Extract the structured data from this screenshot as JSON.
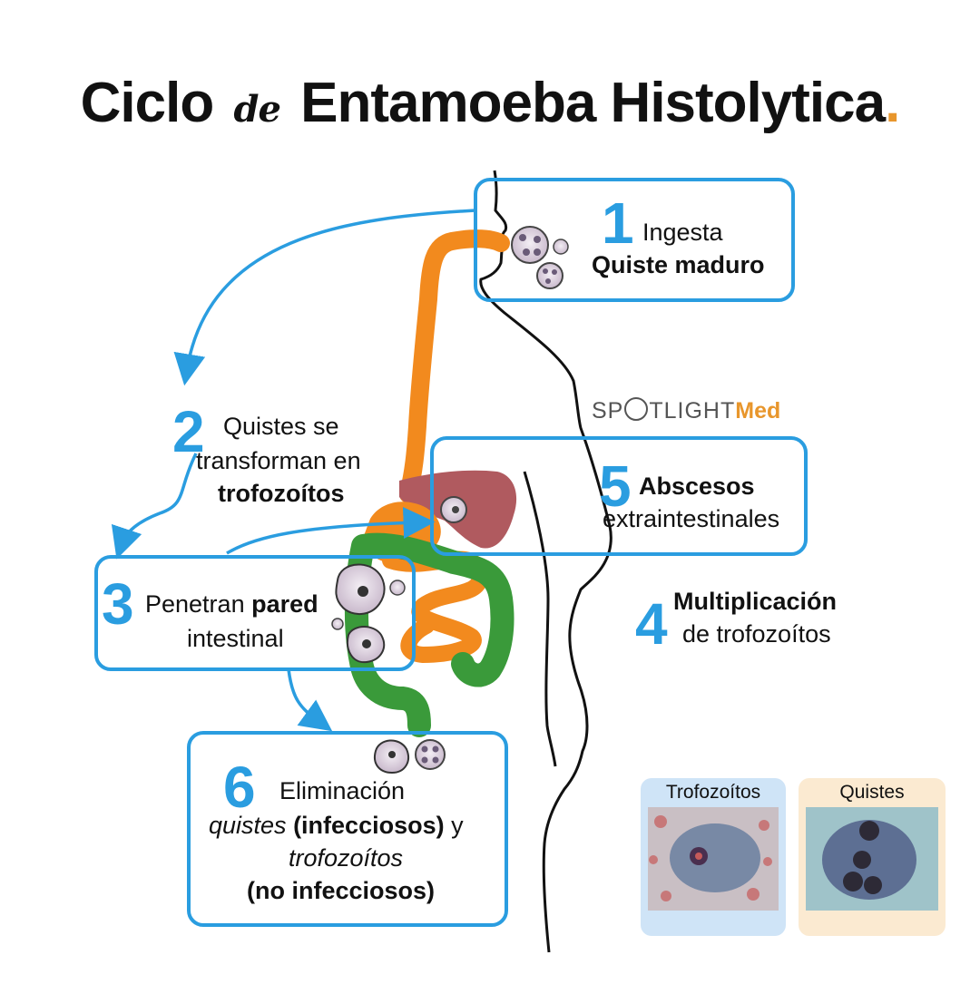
{
  "title": {
    "part1": "Ciclo",
    "connector": "de",
    "part2": "Entamoeba Histolytica",
    "period": ".",
    "period_color": "#e8962c"
  },
  "logo": {
    "text_a": "SP",
    "text_b": "TLIGHT",
    "text_c": "Med",
    "accent_color": "#e8962c"
  },
  "colors": {
    "box_border": "#2a9de0",
    "number": "#2a9de0",
    "esophagus_stomach": "#f28a1e",
    "intestine": "#3a9a3a",
    "liver": "#b05a5f"
  },
  "steps": [
    {
      "number": "1",
      "line1": "Ingesta",
      "line2": "Quiste maduro"
    },
    {
      "number": "2",
      "line1": "Quistes se",
      "line2": "transforman en",
      "line3": "trofozoítos"
    },
    {
      "number": "3",
      "line1a": "Penetran ",
      "line1b": "pared",
      "line2": "intestinal"
    },
    {
      "number": "4",
      "line1": "Multiplicación",
      "line2": "de trofozoítos"
    },
    {
      "number": "5",
      "line1": "Abscesos",
      "line2": "extraintestinales"
    },
    {
      "number": "6",
      "line1": "Eliminación",
      "line2a": "quistes",
      "line2b": " (infecciosos)",
      "line2c": " y",
      "line3": "trofozoítos",
      "line4": "(no infecciosos)"
    }
  ],
  "micrographs": [
    {
      "label": "Trofozoítos",
      "bg": "#cfe4f7"
    },
    {
      "label": "Quistes",
      "bg": "#fbead1"
    }
  ]
}
